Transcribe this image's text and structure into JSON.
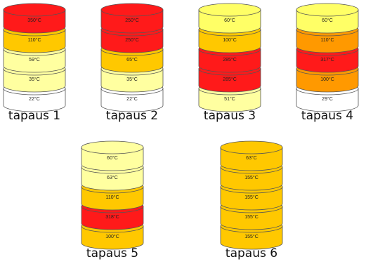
{
  "palette": {
    "white": "#ffffff",
    "pale_yellow": "#ffffa0",
    "yellow": "#ffff66",
    "gold": "#ffc800",
    "orange": "#ff9900",
    "red": "#ff1a1a",
    "outline": "#555555"
  },
  "cases": [
    {
      "label": "tapaus 1",
      "segments": [
        {
          "temp": "350°C",
          "color": "red"
        },
        {
          "temp": "110°C",
          "color": "gold"
        },
        {
          "temp": "59°C",
          "color": "pale_yellow"
        },
        {
          "temp": "35°C",
          "color": "pale_yellow"
        },
        {
          "temp": "22°C",
          "color": "white"
        }
      ]
    },
    {
      "label": "tapaus 2",
      "segments": [
        {
          "temp": "250°C",
          "color": "red"
        },
        {
          "temp": "250°C",
          "color": "red"
        },
        {
          "temp": "65°C",
          "color": "gold"
        },
        {
          "temp": "35°C",
          "color": "pale_yellow"
        },
        {
          "temp": "22°C",
          "color": "white"
        }
      ]
    },
    {
      "label": "tapaus 3",
      "segments": [
        {
          "temp": "60°C",
          "color": "yellow"
        },
        {
          "temp": "100°C",
          "color": "gold"
        },
        {
          "temp": "285°C",
          "color": "red"
        },
        {
          "temp": "285°C",
          "color": "red"
        },
        {
          "temp": "51°C",
          "color": "pale_yellow"
        }
      ]
    },
    {
      "label": "tapaus 4",
      "segments": [
        {
          "temp": "60°C",
          "color": "yellow"
        },
        {
          "temp": "110°C",
          "color": "orange"
        },
        {
          "temp": "317°C",
          "color": "red"
        },
        {
          "temp": "100°C",
          "color": "orange"
        },
        {
          "temp": "29°C",
          "color": "white"
        }
      ]
    },
    {
      "label": "tapaus 5",
      "segments": [
        {
          "temp": "60°C",
          "color": "pale_yellow"
        },
        {
          "temp": "63°C",
          "color": "pale_yellow"
        },
        {
          "temp": "110°C",
          "color": "gold"
        },
        {
          "temp": "318°C",
          "color": "red"
        },
        {
          "temp": "100°C",
          "color": "gold"
        }
      ]
    },
    {
      "label": "tapaus 6",
      "segments": [
        {
          "temp": "63°C",
          "color": "gold"
        },
        {
          "temp": "155°C",
          "color": "gold"
        },
        {
          "temp": "155°C",
          "color": "gold"
        },
        {
          "temp": "155°C",
          "color": "gold"
        },
        {
          "temp": "155°C",
          "color": "gold"
        }
      ]
    }
  ]
}
